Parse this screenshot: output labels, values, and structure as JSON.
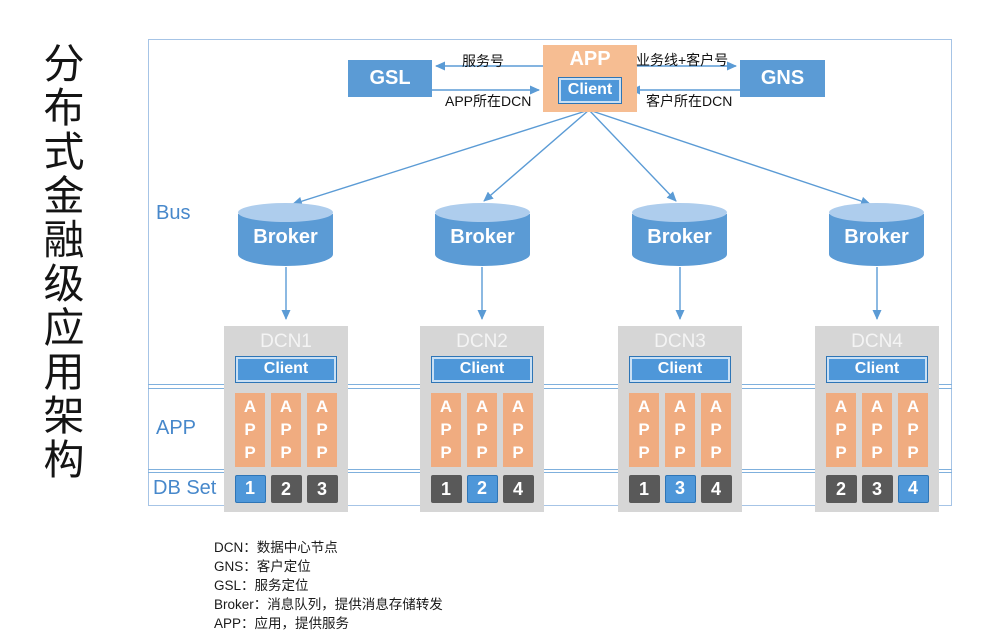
{
  "title": "分布式金融级应用架构",
  "top": {
    "gsl_label": "GSL",
    "gns_label": "GNS",
    "app_label": "APP",
    "client_label": "Client",
    "arrow_service_id": "服务号",
    "arrow_app_dcn": "APP所在DCN",
    "arrow_bizline_customer": "业务线+客户号",
    "arrow_customer_dcn": "客户所在DCN"
  },
  "bands": {
    "bus": "Bus",
    "app": "APP",
    "db_set": "DB Set"
  },
  "brokers": [
    {
      "label": "Broker"
    },
    {
      "label": "Broker"
    },
    {
      "label": "Broker"
    },
    {
      "label": "Broker"
    }
  ],
  "dcns": [
    {
      "name": "DCN1",
      "client": "Client",
      "apps": [
        "APP",
        "APP",
        "APP"
      ],
      "db": [
        {
          "label": "1",
          "active": true
        },
        {
          "label": "2",
          "active": false
        },
        {
          "label": "3",
          "active": false
        }
      ]
    },
    {
      "name": "DCN2",
      "client": "Client",
      "apps": [
        "APP",
        "APP",
        "APP"
      ],
      "db": [
        {
          "label": "1",
          "active": false
        },
        {
          "label": "2",
          "active": true
        },
        {
          "label": "4",
          "active": false
        }
      ]
    },
    {
      "name": "DCN3",
      "client": "Client",
      "apps": [
        "APP",
        "APP",
        "APP"
      ],
      "db": [
        {
          "label": "1",
          "active": false
        },
        {
          "label": "3",
          "active": true
        },
        {
          "label": "4",
          "active": false
        }
      ]
    },
    {
      "name": "DCN4",
      "client": "Client",
      "apps": [
        "APP",
        "APP",
        "APP"
      ],
      "db": [
        {
          "label": "2",
          "active": false
        },
        {
          "label": "3",
          "active": false
        },
        {
          "label": "4",
          "active": true
        }
      ]
    }
  ],
  "legend": [
    "DCN：数据中心节点",
    "GNS：客户定位",
    "GSL：服务定位",
    "Broker：消息队列，提供消息存储转发",
    "APP：应用，提供服务"
  ],
  "colors": {
    "box_blue": "#5B9BD5",
    "client_blue": "#4E97D9",
    "orange": "#F0AC80",
    "column_gray": "#D6D6D6",
    "db_dark": "#595959",
    "line_blue": "#7FB0DD",
    "label_blue": "#4788CB"
  }
}
